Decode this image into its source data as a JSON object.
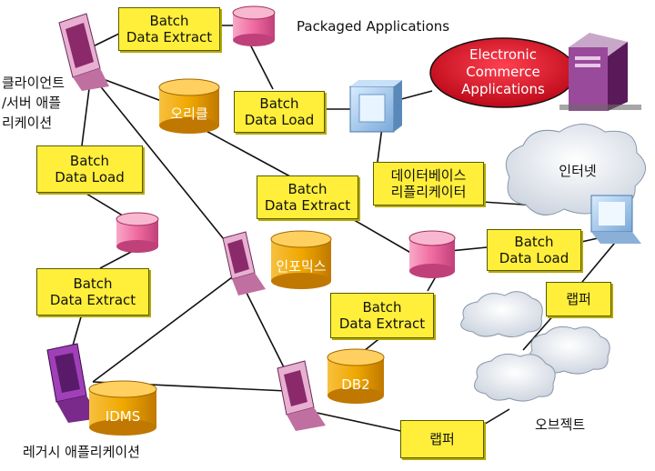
{
  "title": "Packaged Applications",
  "labels": {
    "client_server": "클라이언트\n/서버 애플\n리케이션",
    "legacy": "레거시 애플리케이션",
    "object": "오브젝트"
  },
  "boxes": {
    "batch_extract_top": "Batch\nData Extract",
    "batch_load_top": "Batch\nData Load",
    "batch_load_left": "Batch\nData Load",
    "batch_extract_left": "Batch\nData Extract",
    "batch_extract_center": "Batch\nData Extract",
    "batch_load_right": "Batch\nData Load",
    "batch_extract_lower": "Batch\nData Extract",
    "db_replicator": "데이터베이스\n리플리케이터",
    "wrapper_right": "랩퍼",
    "wrapper_bottom": "랩퍼"
  },
  "databases": {
    "oracle": "오리클",
    "informix": "인포믹스",
    "db2": "DB2",
    "idms": "IDMS"
  },
  "ecommerce": "Electronic\nCommerce\nApplications",
  "internet": "인터넷",
  "colors": {
    "box_fill": "#ffef3a",
    "cyl_orange": "#f0a800",
    "cyl_pink": "#f06aa0",
    "ellipse_red": "#d01020",
    "cloud": "#f2f4f8",
    "terminal_pink": "#e8b0d0",
    "terminal_purple": "#8a2aa0",
    "terminal_blue": "#a8ccf0"
  },
  "icons": [
    "client-terminal-icon",
    "legacy-terminal-icon",
    "informix-terminal-icon",
    "db2-terminal-icon",
    "internet-terminal-icon",
    "replicator-cube-icon",
    "server-tower-icon",
    "cloud-icon"
  ]
}
